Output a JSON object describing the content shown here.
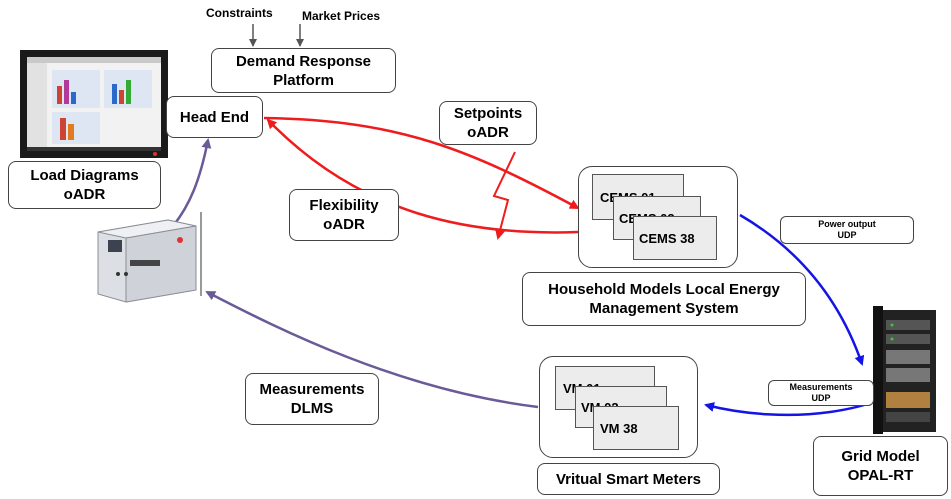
{
  "top_labels": {
    "constraints": "Constraints",
    "market_prices": "Market Prices"
  },
  "demand_response": {
    "line1": "Demand Response",
    "line2": "Platform"
  },
  "head_end": "Head End",
  "load_diagrams": {
    "line1": "Load Diagrams",
    "line2": "oADR"
  },
  "setpoints": {
    "line1": "Setpoints",
    "line2": "oADR"
  },
  "flexibility": {
    "line1": "Flexibility",
    "line2": "oADR"
  },
  "cems": [
    "CEMS 01",
    "CEMS 02",
    "CEMS 38"
  ],
  "household": {
    "line1": "Household Models Local Energy",
    "line2": "Management System"
  },
  "power_output": {
    "line1": "Power output",
    "line2": "UDP"
  },
  "measurements_udp": {
    "line1": "Measurements",
    "line2": "UDP"
  },
  "vm": [
    "VM 01",
    "VM 02",
    "VM 38"
  ],
  "measurements_dlms": {
    "line1": "Measurements",
    "line2": "DLMS"
  },
  "virtual_meters": "Vritual Smart Meters",
  "grid_model": {
    "line1": "Grid Model",
    "line2": "OPAL-RT"
  },
  "colors": {
    "red": "#ee1c1c",
    "blue": "#1414e6",
    "purple": "#6a5a98"
  }
}
